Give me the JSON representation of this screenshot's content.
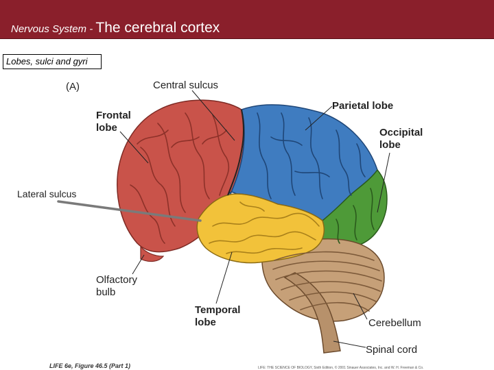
{
  "header": {
    "prefix": "Nervous System - ",
    "title": "The cerebral cortex"
  },
  "subtitle": "Lobes, sulci and gyri",
  "labels": {
    "panel": "(A)",
    "central_sulcus": "Central sulcus",
    "frontal_1": "Frontal",
    "frontal_2": "lobe",
    "parietal": "Parietal lobe",
    "occipital_1": "Occipital",
    "occipital_2": "lobe",
    "lateral_sulcus": "Lateral sulcus",
    "olfactory_1": "Olfactory",
    "olfactory_2": "bulb",
    "temporal_1": "Temporal",
    "temporal_2": "lobe",
    "cerebellum": "Cerebellum",
    "spinal_cord": "Spinal cord"
  },
  "footer": {
    "figure": "LIFE 6e, Figure 46.5 (Part 1)",
    "credit": "LIFE: THE SCIENCE OF BIOLOGY, Sixth Edition, © 2001 Sinauer Associates, Inc. and W. H. Freeman & Co."
  },
  "colors": {
    "header_bg": "#8a1f2b",
    "frontal": "#c9534a",
    "parietal": "#3f7cc0",
    "occipital": "#4e9a38",
    "temporal": "#f2c23a",
    "cerebellum": "#c6a078",
    "brainstem": "#b7916b"
  }
}
